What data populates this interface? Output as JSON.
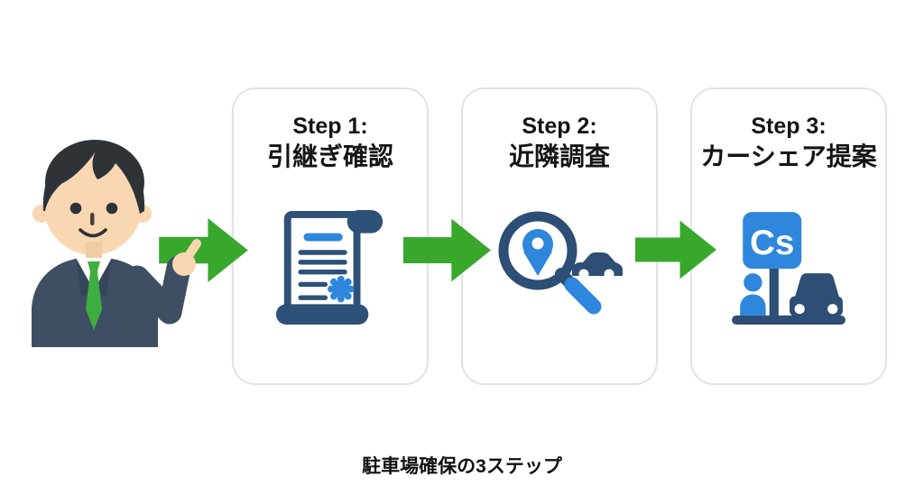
{
  "caption": "駐車場確保の3ステップ",
  "steps": [
    {
      "label": "Step 1:",
      "title": "引継ぎ確認",
      "icon": "contract-scroll-icon"
    },
    {
      "label": "Step 2:",
      "title": "近隣調査",
      "icon": "map-search-icon"
    },
    {
      "label": "Step 3:",
      "title": "カーシェア提案",
      "icon": "carshare-station-icon",
      "sign_text": "Cs"
    }
  ],
  "colors": {
    "arrow_green": "#38a82d",
    "icon_navy": "#2d4e75",
    "icon_blue": "#2e86dd",
    "suit": "#3e4e63",
    "skin": "#f9d7b2",
    "hair": "#2e3338",
    "tie_green": "#3fae41",
    "card_border": "#e3e3e3",
    "text": "#151515"
  }
}
